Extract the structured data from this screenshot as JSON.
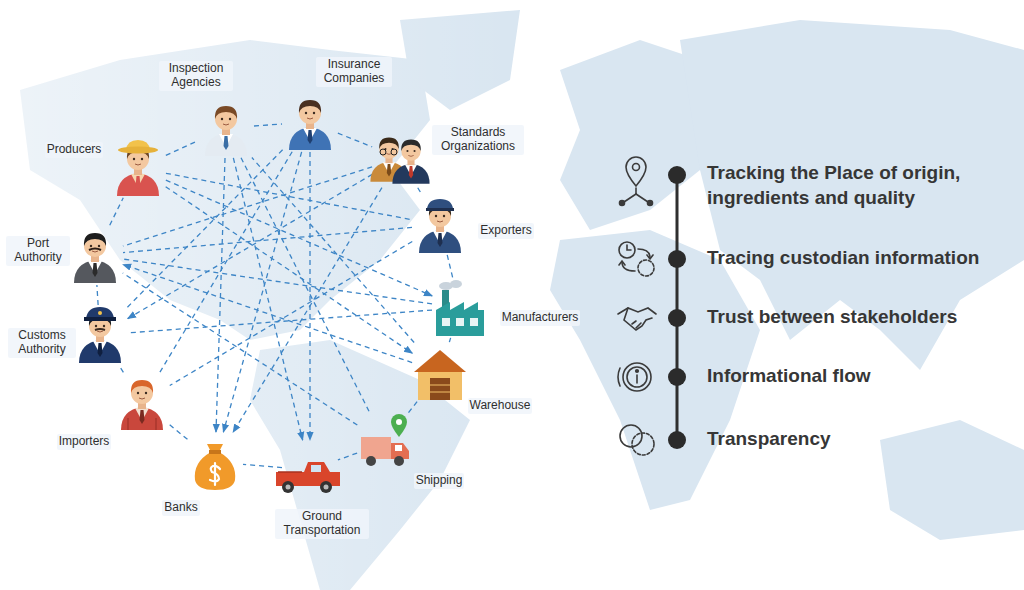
{
  "diagram": {
    "nodes": [
      {
        "text": [
          "Producers"
        ]
      },
      {
        "text": [
          "Inspection Agencies"
        ]
      },
      {
        "text": [
          "Insurance Companies"
        ]
      },
      {
        "text": [
          "Standards Organizations"
        ]
      },
      {
        "text": [
          "Exporters"
        ]
      },
      {
        "text": [
          "Manufacturers"
        ]
      },
      {
        "text": [
          "Warehouse"
        ]
      },
      {
        "text": [
          "Shipping"
        ]
      },
      {
        "text": [
          "Ground Transportation"
        ]
      },
      {
        "text": [
          "Banks"
        ]
      },
      {
        "text": [
          "Importers"
        ]
      },
      {
        "text": [
          "Customs Authority"
        ]
      },
      {
        "text": [
          "Port Authority"
        ]
      }
    ],
    "edges": [
      {
        "from": 0,
        "to": 1,
        "arrow": "none"
      },
      {
        "from": 1,
        "to": 2,
        "arrow": "none"
      },
      {
        "from": 2,
        "to": 3,
        "arrow": "none"
      },
      {
        "from": 3,
        "to": 4,
        "arrow": "none"
      },
      {
        "from": 4,
        "to": 5,
        "arrow": "none"
      },
      {
        "from": 5,
        "to": 6,
        "arrow": "none"
      },
      {
        "from": 6,
        "to": 7,
        "arrow": "none"
      },
      {
        "from": 7,
        "to": 8,
        "arrow": "none"
      },
      {
        "from": 8,
        "to": 9,
        "arrow": "none"
      },
      {
        "from": 9,
        "to": 10,
        "arrow": "none"
      },
      {
        "from": 10,
        "to": 11,
        "arrow": "none"
      },
      {
        "from": 11,
        "to": 12,
        "arrow": "none"
      },
      {
        "from": 12,
        "to": 0,
        "arrow": "none"
      },
      {
        "from": 0,
        "to": 5,
        "arrow": "to"
      },
      {
        "from": 0,
        "to": 6,
        "arrow": "to"
      },
      {
        "from": 0,
        "to": 4,
        "arrow": "none"
      },
      {
        "from": 1,
        "to": 8,
        "arrow": "to"
      },
      {
        "from": 1,
        "to": 7,
        "arrow": "none"
      },
      {
        "from": 1,
        "to": 9,
        "arrow": "to"
      },
      {
        "from": 2,
        "to": 9,
        "arrow": "to"
      },
      {
        "from": 2,
        "to": 10,
        "arrow": "none"
      },
      {
        "from": 2,
        "to": 8,
        "arrow": "to"
      },
      {
        "from": 3,
        "to": 12,
        "arrow": "none"
      },
      {
        "from": 3,
        "to": 11,
        "arrow": "to"
      },
      {
        "from": 4,
        "to": 12,
        "arrow": "none"
      },
      {
        "from": 4,
        "to": 10,
        "arrow": "none"
      },
      {
        "from": 5,
        "to": 12,
        "arrow": "none"
      },
      {
        "from": 5,
        "to": 11,
        "arrow": "none"
      },
      {
        "from": 6,
        "to": 12,
        "arrow": "to"
      },
      {
        "from": 6,
        "to": 1,
        "arrow": "none"
      },
      {
        "from": 3,
        "to": 9,
        "arrow": "to"
      },
      {
        "from": 2,
        "to": 11,
        "arrow": "none"
      },
      {
        "from": 7,
        "to": 12,
        "arrow": "none"
      }
    ],
    "labels": [
      "Tracking the Place of origin, ingredients and quality",
      "Tracing custodian information",
      "Trust between stakeholders",
      "Informational flow",
      "Transparency"
    ]
  }
}
